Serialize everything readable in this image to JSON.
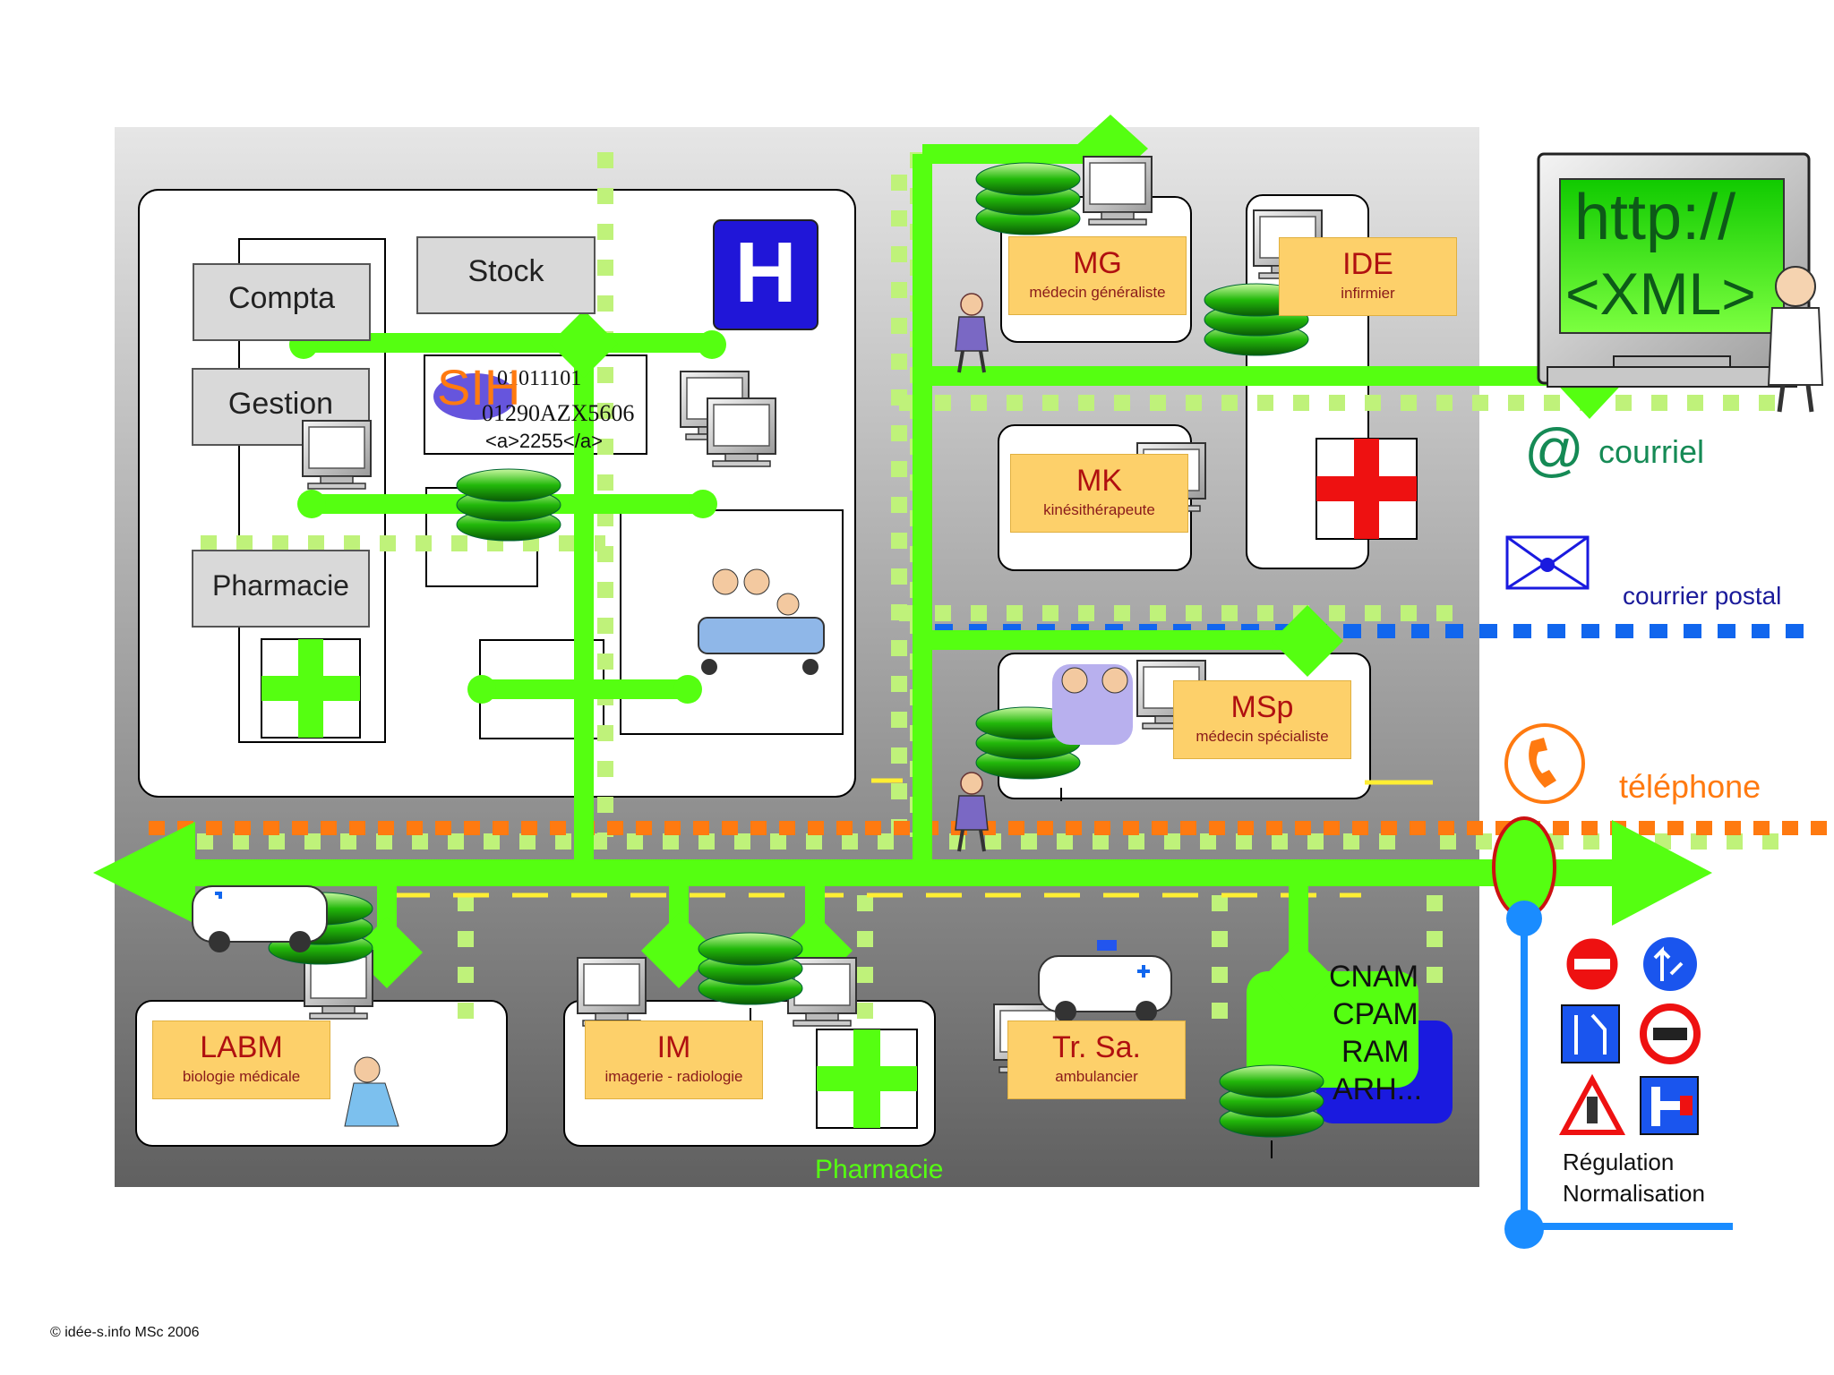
{
  "hospital": {
    "compta": "Compta",
    "gestion": "Gestion",
    "stock": "Stock",
    "pharmacie": "Pharmacie",
    "sih": "SIH",
    "h_sign": "H",
    "code_line1": "01011101",
    "code_line2": "01290AZX5606",
    "code_line3": "<a>2255</a>"
  },
  "practitioners": {
    "mg": {
      "title": "MG",
      "subtitle": "médecin généraliste"
    },
    "ide": {
      "title": "IDE",
      "subtitle": "infirmier"
    },
    "mk": {
      "title": "MK",
      "subtitle": "kinésithérapeute"
    },
    "msp": {
      "title": "MSp",
      "subtitle": "médecin spécialiste"
    },
    "labm": {
      "title": "LABM",
      "subtitle": "biologie médicale"
    },
    "im": {
      "title": "IM",
      "subtitle": "imagerie - radiologie"
    },
    "trsa": {
      "title": "Tr. Sa.",
      "subtitle": "ambulancier"
    }
  },
  "pharmacie_bottom": "Pharmacie",
  "cnam": {
    "l1": "CNAM",
    "l2": "CPAM",
    "l3": "RAM",
    "l4": "ARH..."
  },
  "channels": {
    "http": "http://",
    "xml": "<XML>",
    "at_sign": "@",
    "courriel": "courriel",
    "courrier_postal": "courrier postal",
    "telephone": "téléphone"
  },
  "regulation": {
    "l1": "Régulation",
    "l2": "Normalisation"
  },
  "copyright": "© idée-s.info MSc 2006",
  "colors": {
    "network_green": "#55ff11",
    "dotted_green": "#bff27a",
    "mail_blue": "#1166ee",
    "phone_orange": "#ff7a10",
    "road_yellow": "#ffee33",
    "label_orange": "#fdd06a",
    "regulation_blue": "#1a8cff"
  }
}
